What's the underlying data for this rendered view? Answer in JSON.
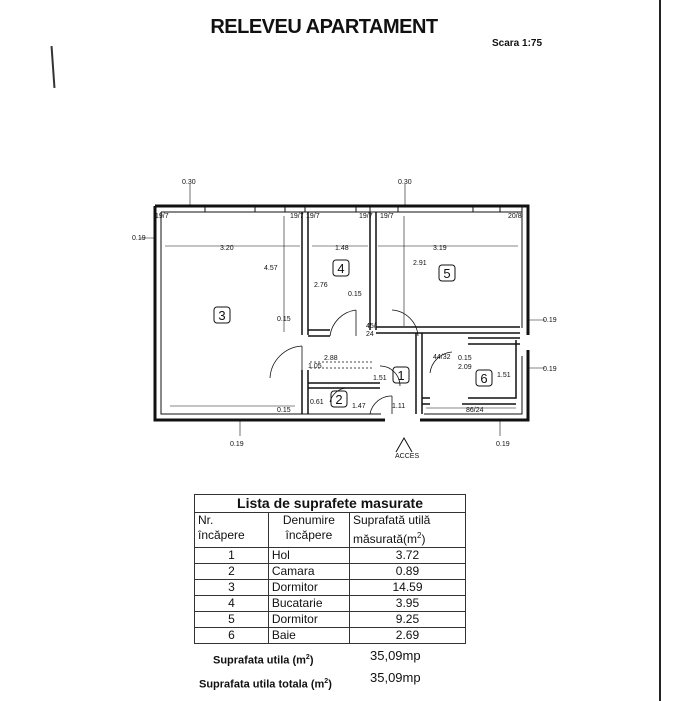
{
  "header": {
    "title": "RELEVEU APARTAMENT",
    "scale": "Scara 1:75"
  },
  "plan": {
    "access_label": "ACCES",
    "room_numbers": [
      "1",
      "2",
      "3",
      "4",
      "5",
      "6"
    ],
    "dims": {
      "d030a": "0.30",
      "d030b": "0.30",
      "d019left": "0.19",
      "d019r1": "0.19",
      "d019r2": "0.19",
      "d019bl": "0.19",
      "d019br": "0.19",
      "w197a": "19/7",
      "w197b": "19/7",
      "w197c": "19/7",
      "w197d": "19/7",
      "w197e": "19/7",
      "w208": "20/8",
      "d320": "3.20",
      "d457": "4.57",
      "d148": "1.48",
      "d276": "2.76",
      "d319": "3.19",
      "d291": "2.91",
      "d015a": "0.15",
      "d015b": "0.15",
      "d015c": "0.15",
      "d015d": "0.15",
      "d4524": "45/\n24",
      "d288": "2.88",
      "d105": "1.05",
      "d151a": "1.51",
      "d151b": "1.51",
      "d4432": "44/32",
      "d209": "2.09",
      "d061": "0.61",
      "d147": "1.47",
      "d111": "1.11",
      "d8624": "86/24"
    }
  },
  "table": {
    "caption": "Lista de suprafete masurate",
    "col_nr": [
      "Nr.",
      "încăpere"
    ],
    "col_name": [
      "Denumire",
      "încăpere"
    ],
    "col_area": [
      "Suprafată utilă",
      "măsurată(m",
      "2",
      ")"
    ],
    "rows": [
      {
        "nr": "1",
        "name": "Hol",
        "area": "3.72"
      },
      {
        "nr": "2",
        "name": "Camara",
        "area": "0.89"
      },
      {
        "nr": "3",
        "name": "Dormitor",
        "area": "14.59"
      },
      {
        "nr": "4",
        "name": "Bucatarie",
        "area": "3.95"
      },
      {
        "nr": "5",
        "name": "Dormitor",
        "area": "9.25"
      },
      {
        "nr": "6",
        "name": "Baie",
        "area": "2.69"
      }
    ]
  },
  "summary": {
    "useful_label": "Suprafata utila (m",
    "useful_sup": "2",
    "useful_close": ")",
    "useful_value": "35,09mp",
    "total_label": "Suprafata utila totala (m",
    "total_sup": "2",
    "total_close": ")",
    "total_value": "35,09mp"
  }
}
